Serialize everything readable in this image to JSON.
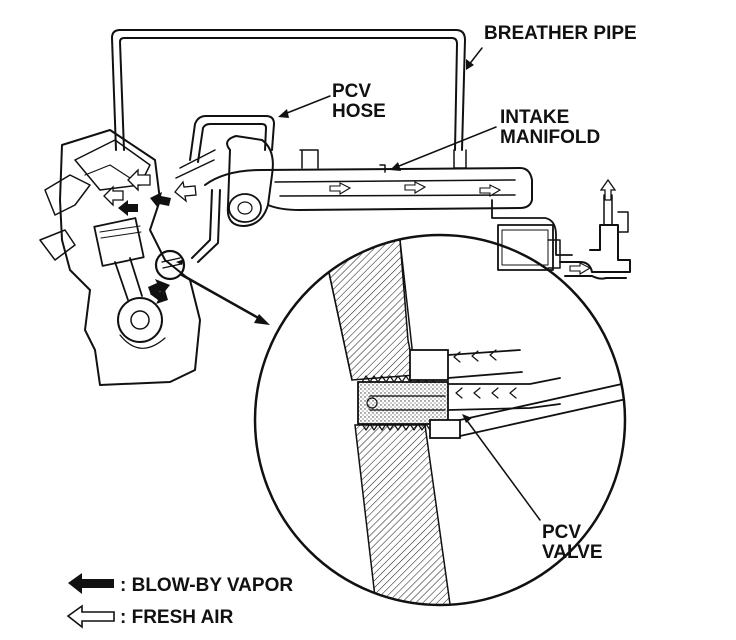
{
  "labels": {
    "breather_pipe": "BREATHER PIPE",
    "pcv_hose_line1": "PCV",
    "pcv_hose_line2": "HOSE",
    "intake_manifold_line1": "INTAKE",
    "intake_manifold_line2": "MANIFOLD",
    "pcv_valve_line1": "PCV",
    "pcv_valve_line2": "VALVE"
  },
  "legend": {
    "blow_by": ": BLOW-BY VAPOR",
    "fresh_air": ": FRESH AIR"
  },
  "colors": {
    "ink": "#111111",
    "background": "#ffffff"
  },
  "icons": {
    "blow_by": "solid-black-arrow-left",
    "fresh_air": "hollow-arrow-left"
  }
}
